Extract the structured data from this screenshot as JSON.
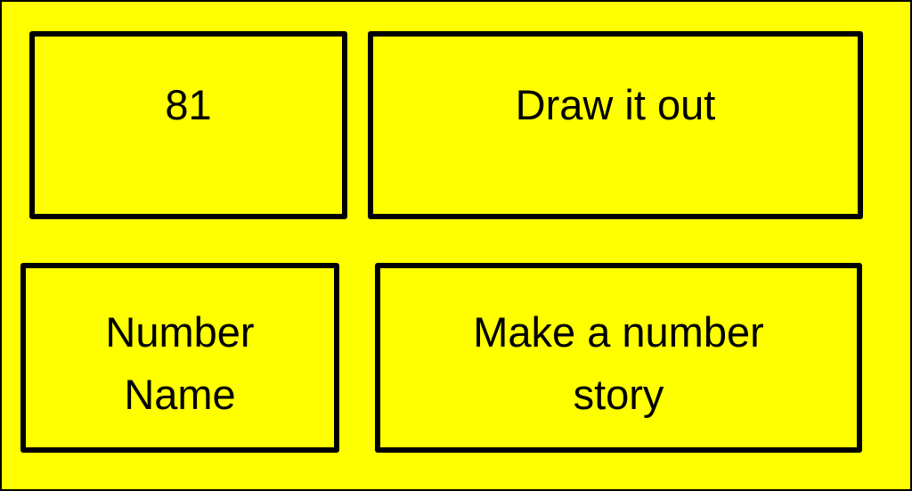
{
  "colors": {
    "background": "#ffff00",
    "border": "#000000",
    "text": "#000000"
  },
  "cards": {
    "number": {
      "value": "81"
    },
    "draw": {
      "label": "Draw it out"
    },
    "name": {
      "lines": [
        "Number",
        "Name"
      ]
    },
    "story": {
      "lines": [
        "Make a number",
        "story"
      ]
    }
  }
}
